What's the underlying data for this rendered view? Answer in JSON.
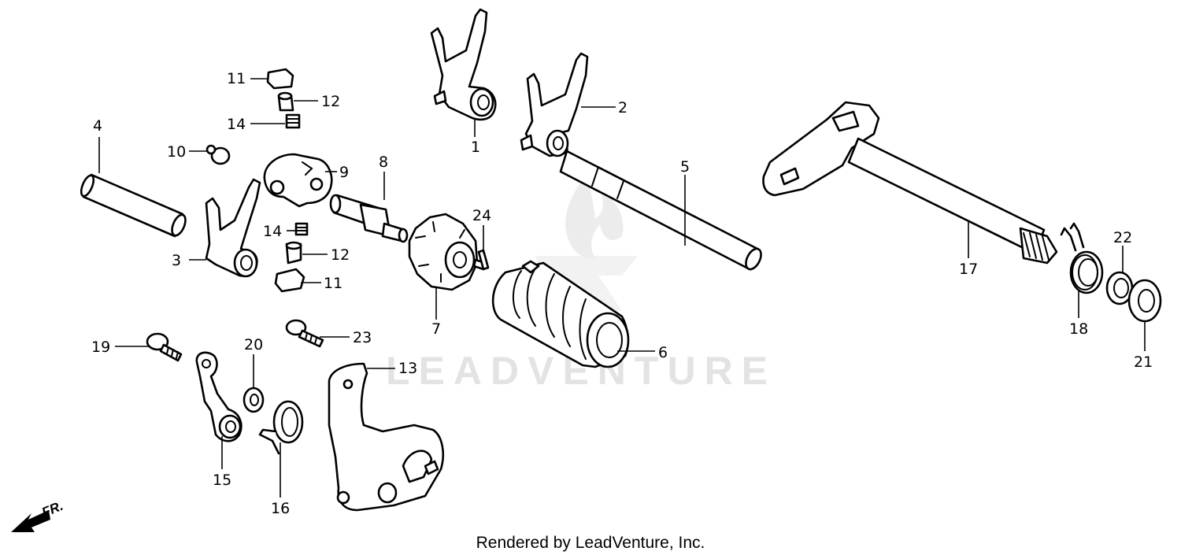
{
  "diagram": {
    "callouts": [
      "1",
      "2",
      "3",
      "4",
      "5",
      "6",
      "7",
      "8",
      "9",
      "10",
      "11",
      "11",
      "12",
      "12",
      "13",
      "14",
      "14",
      "15",
      "16",
      "17",
      "18",
      "19",
      "20",
      "21",
      "22",
      "23",
      "24"
    ],
    "direction_label": "FR.",
    "watermark": "LEADVENTURE",
    "footer": "Rendered by LeadVenture, Inc."
  }
}
